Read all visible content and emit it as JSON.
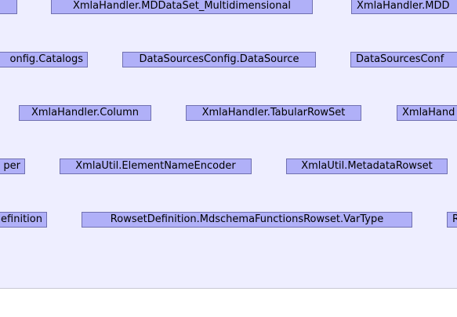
{
  "colors": {
    "background": "#EEEEFF",
    "node_fill": "#B0B0F8",
    "node_border": "#7070B0"
  },
  "rows": [
    {
      "nodes": [
        {
          "id": "r1n1",
          "label": "XmlaHandler.MDDataSet_Multidimensional"
        },
        {
          "id": "r1n2",
          "label": "XmlaHandler.MDD"
        }
      ]
    },
    {
      "nodes": [
        {
          "id": "r2n0",
          "label": "onfig.Catalogs"
        },
        {
          "id": "r2n1",
          "label": "DataSourcesConfig.DataSource"
        },
        {
          "id": "r2n2",
          "label": "DataSourcesConf"
        }
      ]
    },
    {
      "nodes": [
        {
          "id": "r3n1",
          "label": "XmlaHandler.Column"
        },
        {
          "id": "r3n2",
          "label": "XmlaHandler.TabularRowSet"
        },
        {
          "id": "r3n3",
          "label": "XmlaHand"
        }
      ]
    },
    {
      "nodes": [
        {
          "id": "r4n0",
          "label": "per"
        },
        {
          "id": "r4n1",
          "label": "XmlaUtil.ElementNameEncoder"
        },
        {
          "id": "r4n2",
          "label": "XmlaUtil.MetadataRowset"
        }
      ]
    },
    {
      "nodes": [
        {
          "id": "r5n0",
          "label": "efinition"
        },
        {
          "id": "r5n1",
          "label": "RowsetDefinition.MdschemaFunctionsRowset.VarType"
        },
        {
          "id": "r5n2",
          "label": "R"
        }
      ]
    }
  ]
}
